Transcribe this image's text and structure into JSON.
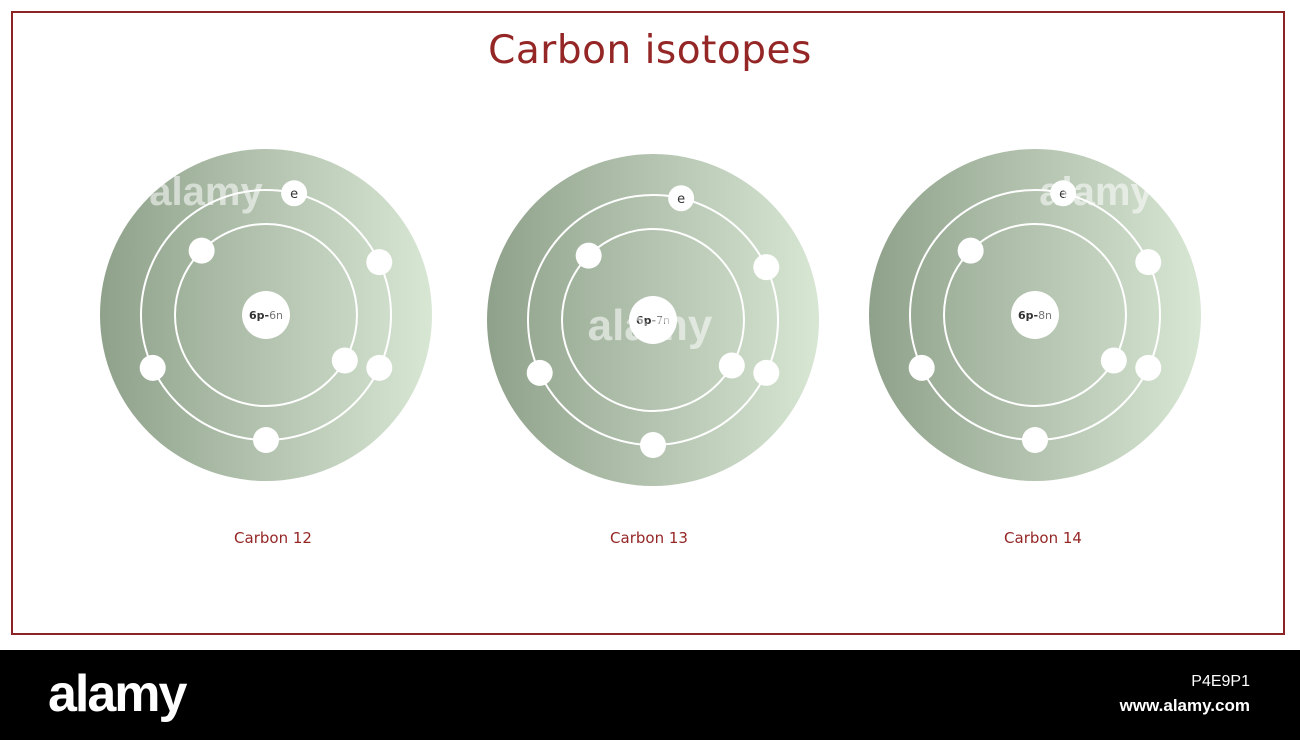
{
  "title": "Carbon isotopes",
  "electron_label": "e",
  "isotopes": [
    {
      "caption": "Carbon 12",
      "nucleus": {
        "protons": "6p",
        "separator": "-",
        "neutrons": "6n"
      }
    },
    {
      "caption": "Carbon 13",
      "nucleus": {
        "protons": "6p",
        "separator": "-",
        "neutrons": "7n"
      }
    },
    {
      "caption": "Carbon 14",
      "nucleus": {
        "protons": "6p",
        "separator": "-",
        "neutrons": "8n"
      }
    }
  ],
  "colors": {
    "accent": "#952626",
    "frame": "#8b2424",
    "atom_dark": "#8fa18b",
    "atom_light": "#d8e6d4",
    "orbit": "#ffffff"
  },
  "watermark": {
    "logo": "alamy",
    "image_id": "P4E9P1",
    "url": "www.alamy.com"
  }
}
